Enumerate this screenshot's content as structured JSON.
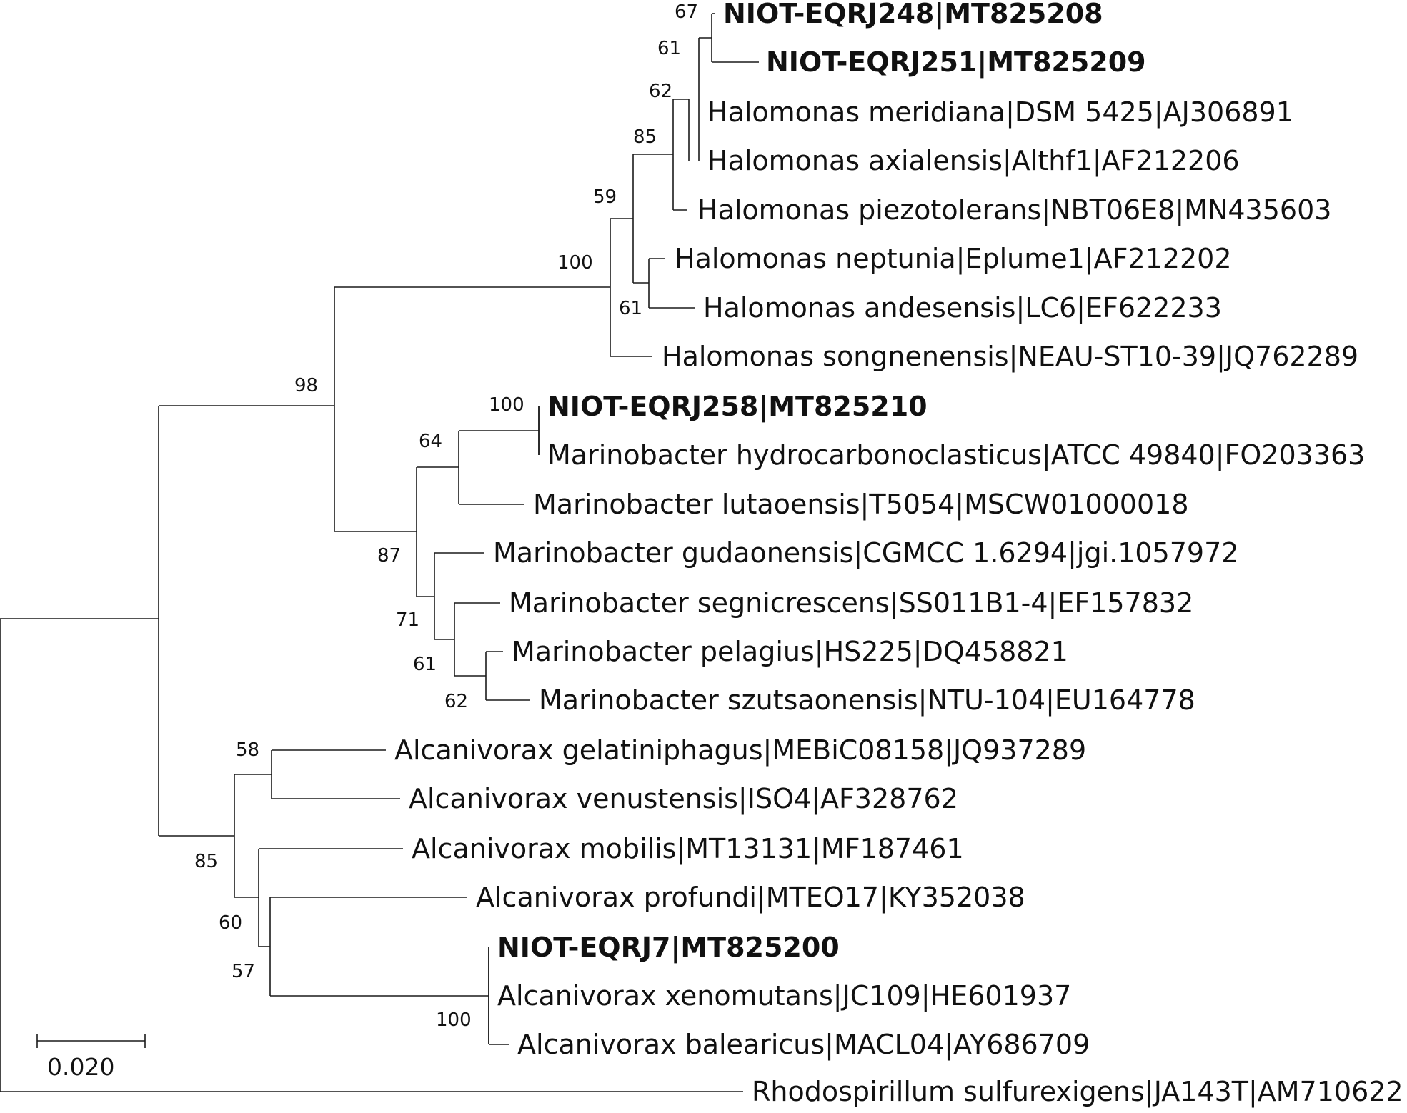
{
  "tips": [
    {
      "id": "t1",
      "label": "NIOT-EQRJ248|MT825208",
      "bold": true
    },
    {
      "id": "t2",
      "label": "NIOT-EQRJ251|MT825209",
      "bold": true
    },
    {
      "id": "t3",
      "label": "Halomonas meridiana|DSM 5425|AJ306891",
      "bold": false
    },
    {
      "id": "t4",
      "label": "Halomonas axialensis|Althf1|AF212206",
      "bold": false
    },
    {
      "id": "t5",
      "label": "Halomonas piezotolerans|NBT06E8|MN435603",
      "bold": false
    },
    {
      "id": "t6",
      "label": "Halomonas neptunia|Eplume1|AF212202",
      "bold": false
    },
    {
      "id": "t7",
      "label": "Halomonas andesensis|LC6|EF622233",
      "bold": false
    },
    {
      "id": "t8",
      "label": "Halomonas songnenensis|NEAU-ST10-39|JQ762289",
      "bold": false
    },
    {
      "id": "t9",
      "label": "NIOT-EQRJ258|MT825210",
      "bold": true
    },
    {
      "id": "t10",
      "label": "Marinobacter hydrocarbonoclasticus|ATCC 49840|FO203363",
      "bold": false
    },
    {
      "id": "t11",
      "label": "Marinobacter lutaoensis|T5054|MSCW01000018",
      "bold": false
    },
    {
      "id": "t12",
      "label": "Marinobacter gudaonensis|CGMCC 1.6294|jgi.1057972",
      "bold": false
    },
    {
      "id": "t13",
      "label": "Marinobacter segnicrescens|SS011B1-4|EF157832",
      "bold": false
    },
    {
      "id": "t14",
      "label": "Marinobacter pelagius|HS225|DQ458821",
      "bold": false
    },
    {
      "id": "t15",
      "label": "Marinobacter szutsaonensis|NTU-104|EU164778",
      "bold": false
    },
    {
      "id": "t16",
      "label": "Alcanivorax gelatiniphagus|MEBiC08158|JQ937289",
      "bold": false
    },
    {
      "id": "t17",
      "label": "Alcanivorax venustensis|ISO4|AF328762",
      "bold": false
    },
    {
      "id": "t18",
      "label": "Alcanivorax mobilis|MT13131|MF187461",
      "bold": false
    },
    {
      "id": "t19",
      "label": "Alcanivorax profundi|MTEO17|KY352038",
      "bold": false
    },
    {
      "id": "t20",
      "label": "NIOT-EQRJ7|MT825200",
      "bold": true
    },
    {
      "id": "t21",
      "label": "Alcanivorax xenomutans|JC109|HE601937",
      "bold": false
    },
    {
      "id": "t22",
      "label": "Alcanivorax balearicus|MACL04|AY686709",
      "bold": false
    },
    {
      "id": "t23",
      "label": "Rhodospirillum sulfurexigens|JA143T|AM710622",
      "bold": false
    }
  ],
  "support_values": [
    "67",
    "61",
    "62",
    "85",
    "59",
    "100",
    "61",
    "98",
    "100",
    "64",
    "87",
    "71",
    "61",
    "62",
    "58",
    "85",
    "60",
    "57",
    "100"
  ],
  "scale_bar": {
    "label": "0.020"
  }
}
